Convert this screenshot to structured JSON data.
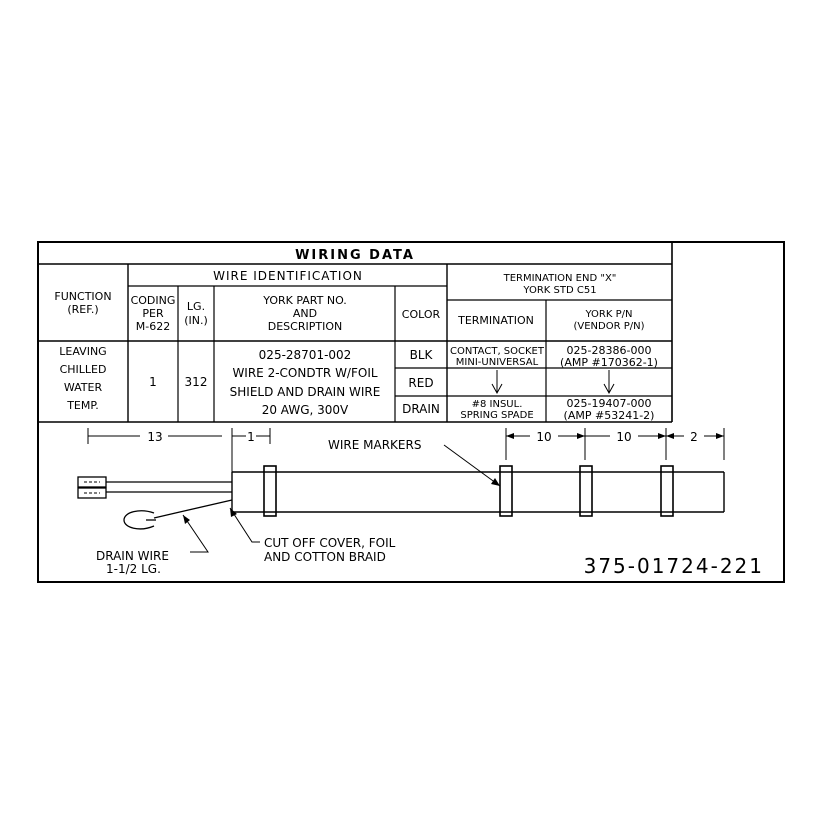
{
  "table": {
    "title": "WIRING DATA",
    "wire_identification": "WIRE IDENTIFICATION",
    "function_header": [
      "FUNCTION",
      "(REF.)"
    ],
    "coding_header": [
      "CODING",
      "PER",
      "M-622"
    ],
    "lg_header": [
      "LG.",
      "(IN.)"
    ],
    "part_header": [
      "YORK PART NO.",
      "AND",
      "DESCRIPTION"
    ],
    "color_header": "COLOR",
    "termination_end": [
      "TERMINATION END \"X\"",
      "YORK STD C51"
    ],
    "termination_header": "TERMINATION",
    "york_pn_header": [
      "YORK P/N",
      "(VENDOR P/N)"
    ],
    "row": {
      "function": [
        "LEAVING",
        "CHILLED",
        "WATER",
        "TEMP."
      ],
      "coding": "1",
      "length": "312",
      "part_no": "025-28701-002",
      "description": [
        "WIRE 2-CONDTR W/FOIL",
        "SHIELD AND DRAIN WIRE",
        "20 AWG, 300V"
      ],
      "colors": [
        "BLK",
        "RED",
        "DRAIN"
      ],
      "termination_1": [
        "CONTACT, SOCKET",
        "MINI-UNIVERSAL"
      ],
      "york_pn_1": [
        "025-28386-000",
        "(AMP #170362-1)"
      ],
      "termination_2": [
        "#8 INSUL.",
        "SPRING SPADE"
      ],
      "york_pn_2": [
        "025-19407-000",
        "(AMP #53241-2)"
      ]
    }
  },
  "drawing": {
    "dim_13": "13",
    "dim_1": "1",
    "dim_10a": "10",
    "dim_10b": "10",
    "dim_2": "2",
    "wire_markers": "WIRE MARKERS",
    "drain_wire": [
      "DRAIN WIRE",
      "1-1/2 LG."
    ],
    "cut_off": [
      "CUT OFF COVER, FOIL",
      "AND COTTON BRAID"
    ],
    "drawing_number": "375-01724-221"
  }
}
